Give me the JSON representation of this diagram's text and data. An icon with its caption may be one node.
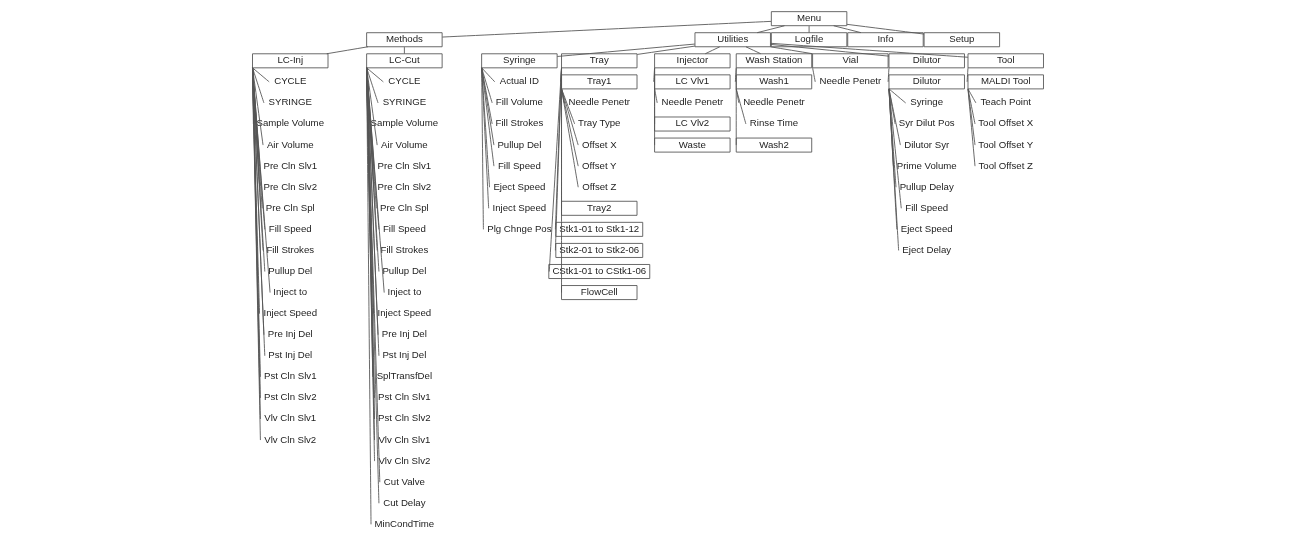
{
  "diagram": {
    "nodes": [
      {
        "text": [
          "Menu"
        ]
      },
      {
        "text": [
          "Methods"
        ]
      },
      {
        "text": [
          "LC-Inj"
        ]
      },
      {
        "text": [
          "CYCLE"
        ]
      },
      {
        "text": [
          "SYRINGE"
        ]
      },
      {
        "text": [
          "Sample Volume"
        ]
      },
      {
        "text": [
          "Air Volume"
        ]
      },
      {
        "text": [
          "Pre Cln Slv1"
        ]
      },
      {
        "text": [
          "Pre Cln Slv2"
        ]
      },
      {
        "text": [
          "Pre Cln Spl"
        ]
      },
      {
        "text": [
          "Fill Speed"
        ]
      },
      {
        "text": [
          "Fill Strokes"
        ]
      },
      {
        "text": [
          "Pullup Del"
        ]
      },
      {
        "text": [
          "Inject to"
        ]
      },
      {
        "text": [
          "Inject Speed"
        ]
      },
      {
        "text": [
          "Pre Inj Del"
        ]
      },
      {
        "text": [
          "Pst Inj Del"
        ]
      },
      {
        "text": [
          "Pst Cln Slv1"
        ]
      },
      {
        "text": [
          "Pst Cln Slv2"
        ]
      },
      {
        "text": [
          "Vlv Cln Slv1"
        ]
      },
      {
        "text": [
          "Vlv Cln Slv2"
        ]
      },
      {
        "text": [
          "LC-Cut"
        ]
      },
      {
        "text": [
          "CYCLE"
        ]
      },
      {
        "text": [
          "SYRINGE"
        ]
      },
      {
        "text": [
          "Sample Volume"
        ]
      },
      {
        "text": [
          "Air Volume"
        ]
      },
      {
        "text": [
          "Pre Cln Slv1"
        ]
      },
      {
        "text": [
          "Pre Cln Slv2"
        ]
      },
      {
        "text": [
          "Pre Cln Spl"
        ]
      },
      {
        "text": [
          "Fill Speed"
        ]
      },
      {
        "text": [
          "Fill Strokes"
        ]
      },
      {
        "text": [
          "Pullup Del"
        ]
      },
      {
        "text": [
          "Inject to"
        ]
      },
      {
        "text": [
          "Inject Speed"
        ]
      },
      {
        "text": [
          "Pre Inj Del"
        ]
      },
      {
        "text": [
          "Pst Inj Del"
        ]
      },
      {
        "text": [
          "SplTransfDel"
        ]
      },
      {
        "text": [
          "Pst Cln Slv1"
        ]
      },
      {
        "text": [
          "Pst Cln Slv2"
        ]
      },
      {
        "text": [
          "Vlv Cln Slv1"
        ]
      },
      {
        "text": [
          "Vlv Cln Slv2"
        ]
      },
      {
        "text": [
          "Cut Valve"
        ]
      },
      {
        "text": [
          "Cut Delay"
        ]
      },
      {
        "text": [
          "MinCondTime"
        ]
      },
      {
        "text": [
          "Utilities"
        ]
      },
      {
        "text": [
          "Syringe"
        ]
      },
      {
        "text": [
          "Actual ID"
        ]
      },
      {
        "text": [
          "Fill Volume"
        ]
      },
      {
        "text": [
          "Fill Strokes"
        ]
      },
      {
        "text": [
          "Pullup Del"
        ]
      },
      {
        "text": [
          "Fill Speed"
        ]
      },
      {
        "text": [
          "Eject Speed"
        ]
      },
      {
        "text": [
          "Inject Speed"
        ]
      },
      {
        "text": [
          "Plg Chnge Pos"
        ]
      },
      {
        "text": [
          "Tray"
        ]
      },
      {
        "text": [
          "Tray1"
        ]
      },
      {
        "text": [
          "Needle Penetr"
        ]
      },
      {
        "text": [
          "Tray Type"
        ]
      },
      {
        "text": [
          "Offset X"
        ]
      },
      {
        "text": [
          "Offset Y"
        ]
      },
      {
        "text": [
          "Offset Z"
        ]
      },
      {
        "text": [
          "Tray2"
        ]
      },
      {
        "text": [
          "Stk1-01 to Stk1-12"
        ]
      },
      {
        "text": [
          "Stk2-01 to Stk2-06"
        ]
      },
      {
        "text": [
          "CStk1-01 to CStk1-06"
        ]
      },
      {
        "text": [
          "FlowCell"
        ]
      },
      {
        "text": [
          "Injector"
        ]
      },
      {
        "text": [
          "LC Vlv1"
        ]
      },
      {
        "text": [
          "Needle Penetr"
        ]
      },
      {
        "text": [
          "LC Vlv2"
        ]
      },
      {
        "text": [
          "Waste"
        ]
      },
      {
        "text": [
          "Wash Station"
        ]
      },
      {
        "text": [
          "Wash1"
        ]
      },
      {
        "text": [
          "Needle Penetr"
        ]
      },
      {
        "text": [
          "Rinse Time"
        ]
      },
      {
        "text": [
          "Wash2"
        ]
      },
      {
        "text": [
          "Logfile"
        ]
      },
      {
        "text": [
          "Vial"
        ]
      },
      {
        "text": [
          "Needle Penetr"
        ]
      },
      {
        "text": [
          "Info"
        ]
      },
      {
        "text": [
          "Dilutor"
        ]
      },
      {
        "text": [
          "Dilutor"
        ]
      },
      {
        "text": [
          "Syringe"
        ]
      },
      {
        "text": [
          "Syr Dilut Pos"
        ]
      },
      {
        "text": [
          "Dilutor Syr"
        ]
      },
      {
        "text": [
          "Prime Volume"
        ]
      },
      {
        "text": [
          "Pullup Delay"
        ]
      },
      {
        "text": [
          "Fill Speed"
        ]
      },
      {
        "text": [
          "Eject Speed"
        ]
      },
      {
        "text": [
          "Eject Delay"
        ]
      },
      {
        "text": [
          "Tool"
        ]
      },
      {
        "text": [
          "MALDI Tool"
        ]
      },
      {
        "text": [
          "Teach Point"
        ]
      },
      {
        "text": [
          "Tool Offset X"
        ]
      },
      {
        "text": [
          "Tool Offset Y"
        ]
      },
      {
        "text": [
          "Tool Offset Z"
        ]
      },
      {
        "text": [
          "Setup"
        ]
      }
    ],
    "edges": [
      {
        "from": 0,
        "to": 1,
        "arrow": "none"
      },
      {
        "from": 0,
        "to": 44,
        "arrow": "none"
      },
      {
        "from": 0,
        "to": 76,
        "arrow": "none"
      },
      {
        "from": 0,
        "to": 79,
        "arrow": "none"
      },
      {
        "from": 0,
        "to": 96,
        "arrow": "none"
      },
      {
        "from": 1,
        "to": 2,
        "arrow": "none"
      },
      {
        "from": 1,
        "to": 21,
        "arrow": "none"
      },
      {
        "from": 2,
        "to": 3,
        "arrow": "none"
      },
      {
        "from": 2,
        "to": 4,
        "arrow": "none"
      },
      {
        "from": 2,
        "to": 5,
        "arrow": "none"
      },
      {
        "from": 2,
        "to": 6,
        "arrow": "none"
      },
      {
        "from": 2,
        "to": 7,
        "arrow": "none"
      },
      {
        "from": 2,
        "to": 8,
        "arrow": "none"
      },
      {
        "from": 2,
        "to": 9,
        "arrow": "none"
      },
      {
        "from": 2,
        "to": 10,
        "arrow": "none"
      },
      {
        "from": 2,
        "to": 11,
        "arrow": "none"
      },
      {
        "from": 2,
        "to": 12,
        "arrow": "none"
      },
      {
        "from": 2,
        "to": 13,
        "arrow": "none"
      },
      {
        "from": 2,
        "to": 14,
        "arrow": "none"
      },
      {
        "from": 2,
        "to": 15,
        "arrow": "none"
      },
      {
        "from": 2,
        "to": 16,
        "arrow": "none"
      },
      {
        "from": 2,
        "to": 17,
        "arrow": "none"
      },
      {
        "from": 2,
        "to": 18,
        "arrow": "none"
      },
      {
        "from": 2,
        "to": 19,
        "arrow": "none"
      },
      {
        "from": 2,
        "to": 20,
        "arrow": "none"
      },
      {
        "from": 21,
        "to": 22,
        "arrow": "none"
      },
      {
        "from": 21,
        "to": 23,
        "arrow": "none"
      },
      {
        "from": 21,
        "to": 24,
        "arrow": "none"
      },
      {
        "from": 21,
        "to": 25,
        "arrow": "none"
      },
      {
        "from": 21,
        "to": 26,
        "arrow": "none"
      },
      {
        "from": 21,
        "to": 27,
        "arrow": "none"
      },
      {
        "from": 21,
        "to": 28,
        "arrow": "none"
      },
      {
        "from": 21,
        "to": 29,
        "arrow": "none"
      },
      {
        "from": 21,
        "to": 30,
        "arrow": "none"
      },
      {
        "from": 21,
        "to": 31,
        "arrow": "none"
      },
      {
        "from": 21,
        "to": 32,
        "arrow": "none"
      },
      {
        "from": 21,
        "to": 33,
        "arrow": "none"
      },
      {
        "from": 21,
        "to": 34,
        "arrow": "none"
      },
      {
        "from": 21,
        "to": 35,
        "arrow": "none"
      },
      {
        "from": 21,
        "to": 36,
        "arrow": "none"
      },
      {
        "from": 21,
        "to": 37,
        "arrow": "none"
      },
      {
        "from": 21,
        "to": 38,
        "arrow": "none"
      },
      {
        "from": 21,
        "to": 39,
        "arrow": "none"
      },
      {
        "from": 21,
        "to": 40,
        "arrow": "none"
      },
      {
        "from": 21,
        "to": 41,
        "arrow": "none"
      },
      {
        "from": 21,
        "to": 42,
        "arrow": "none"
      },
      {
        "from": 21,
        "to": 43,
        "arrow": "none"
      },
      {
        "from": 44,
        "to": 45,
        "arrow": "none"
      },
      {
        "from": 44,
        "to": 54,
        "arrow": "none"
      },
      {
        "from": 44,
        "to": 66,
        "arrow": "none"
      },
      {
        "from": 44,
        "to": 71,
        "arrow": "none"
      },
      {
        "from": 44,
        "to": 77,
        "arrow": "none"
      },
      {
        "from": 44,
        "to": 80,
        "arrow": "none"
      },
      {
        "from": 44,
        "to": 90,
        "arrow": "none"
      },
      {
        "from": 45,
        "to": 46,
        "arrow": "none"
      },
      {
        "from": 45,
        "to": 47,
        "arrow": "none"
      },
      {
        "from": 45,
        "to": 48,
        "arrow": "none"
      },
      {
        "from": 45,
        "to": 49,
        "arrow": "none"
      },
      {
        "from": 45,
        "to": 50,
        "arrow": "none"
      },
      {
        "from": 45,
        "to": 51,
        "arrow": "none"
      },
      {
        "from": 45,
        "to": 52,
        "arrow": "none"
      },
      {
        "from": 45,
        "to": 53,
        "arrow": "none"
      },
      {
        "from": 54,
        "to": 55,
        "arrow": "none"
      },
      {
        "from": 55,
        "to": 56,
        "arrow": "none"
      },
      {
        "from": 55,
        "to": 57,
        "arrow": "none"
      },
      {
        "from": 55,
        "to": 58,
        "arrow": "none"
      },
      {
        "from": 55,
        "to": 59,
        "arrow": "none"
      },
      {
        "from": 55,
        "to": 60,
        "arrow": "none"
      },
      {
        "from": 54,
        "to": 61,
        "arrow": "none"
      },
      {
        "from": 54,
        "to": 62,
        "arrow": "none"
      },
      {
        "from": 54,
        "to": 63,
        "arrow": "none"
      },
      {
        "from": 54,
        "to": 64,
        "arrow": "none"
      },
      {
        "from": 54,
        "to": 65,
        "arrow": "none"
      },
      {
        "from": 66,
        "to": 67,
        "arrow": "none"
      },
      {
        "from": 67,
        "to": 68,
        "arrow": "none"
      },
      {
        "from": 66,
        "to": 69,
        "arrow": "none"
      },
      {
        "from": 66,
        "to": 70,
        "arrow": "none"
      },
      {
        "from": 71,
        "to": 72,
        "arrow": "none"
      },
      {
        "from": 72,
        "to": 73,
        "arrow": "none"
      },
      {
        "from": 72,
        "to": 74,
        "arrow": "none"
      },
      {
        "from": 71,
        "to": 75,
        "arrow": "none"
      },
      {
        "from": 77,
        "to": 78,
        "arrow": "none"
      },
      {
        "from": 80,
        "to": 81,
        "arrow": "none"
      },
      {
        "from": 81,
        "to": 82,
        "arrow": "none"
      },
      {
        "from": 81,
        "to": 83,
        "arrow": "none"
      },
      {
        "from": 81,
        "to": 84,
        "arrow": "none"
      },
      {
        "from": 81,
        "to": 85,
        "arrow": "none"
      },
      {
        "from": 81,
        "to": 86,
        "arrow": "none"
      },
      {
        "from": 81,
        "to": 87,
        "arrow": "none"
      },
      {
        "from": 81,
        "to": 88,
        "arrow": "none"
      },
      {
        "from": 81,
        "to": 89,
        "arrow": "none"
      },
      {
        "from": 90,
        "to": 91,
        "arrow": "none"
      },
      {
        "from": 91,
        "to": 92,
        "arrow": "none"
      },
      {
        "from": 91,
        "to": 93,
        "arrow": "none"
      },
      {
        "from": 91,
        "to": 94,
        "arrow": "none"
      },
      {
        "from": 91,
        "to": 95,
        "arrow": "none"
      }
    ]
  }
}
